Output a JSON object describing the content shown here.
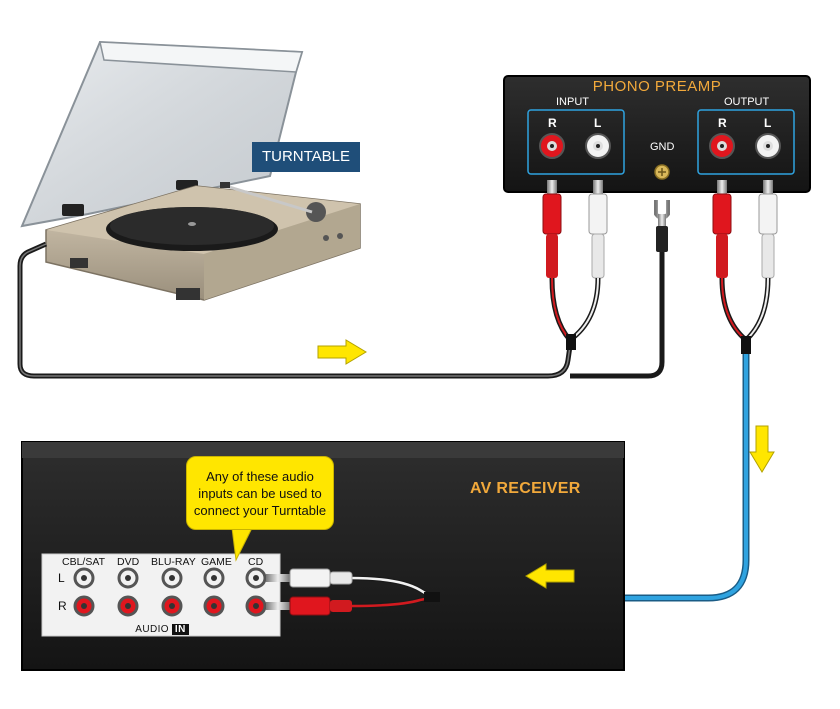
{
  "turntable": {
    "label": "TURNTABLE"
  },
  "preamp": {
    "title": "PHONO PREAMP",
    "input_label": "INPUT",
    "output_label": "OUTPUT",
    "gnd_label": "GND",
    "r": "R",
    "l": "L"
  },
  "receiver": {
    "title": "AV RECEIVER",
    "callout": "Any of these audio inputs can be used to connect your Turntable",
    "inputs": [
      "CBL/SAT",
      "DVD",
      "BLU-RAY",
      "GAME",
      "CD"
    ],
    "row_l": "L",
    "row_r": "R",
    "audio_label": "AUDIO",
    "in_label": "IN"
  },
  "colors": {
    "cable_blue": "#2fa3e0",
    "cable_black": "#2a2a2a",
    "arrow_yellow": "#ffe600",
    "panel_dark": "#1c1c1c",
    "label_orange": "#f2a93b",
    "rca_red": "#e0161e",
    "rca_white": "#f2f2f2"
  },
  "icons": [
    "turntable-image",
    "rca-plug-icon",
    "spade-ground-connector-icon",
    "flow-arrow-icon"
  ]
}
